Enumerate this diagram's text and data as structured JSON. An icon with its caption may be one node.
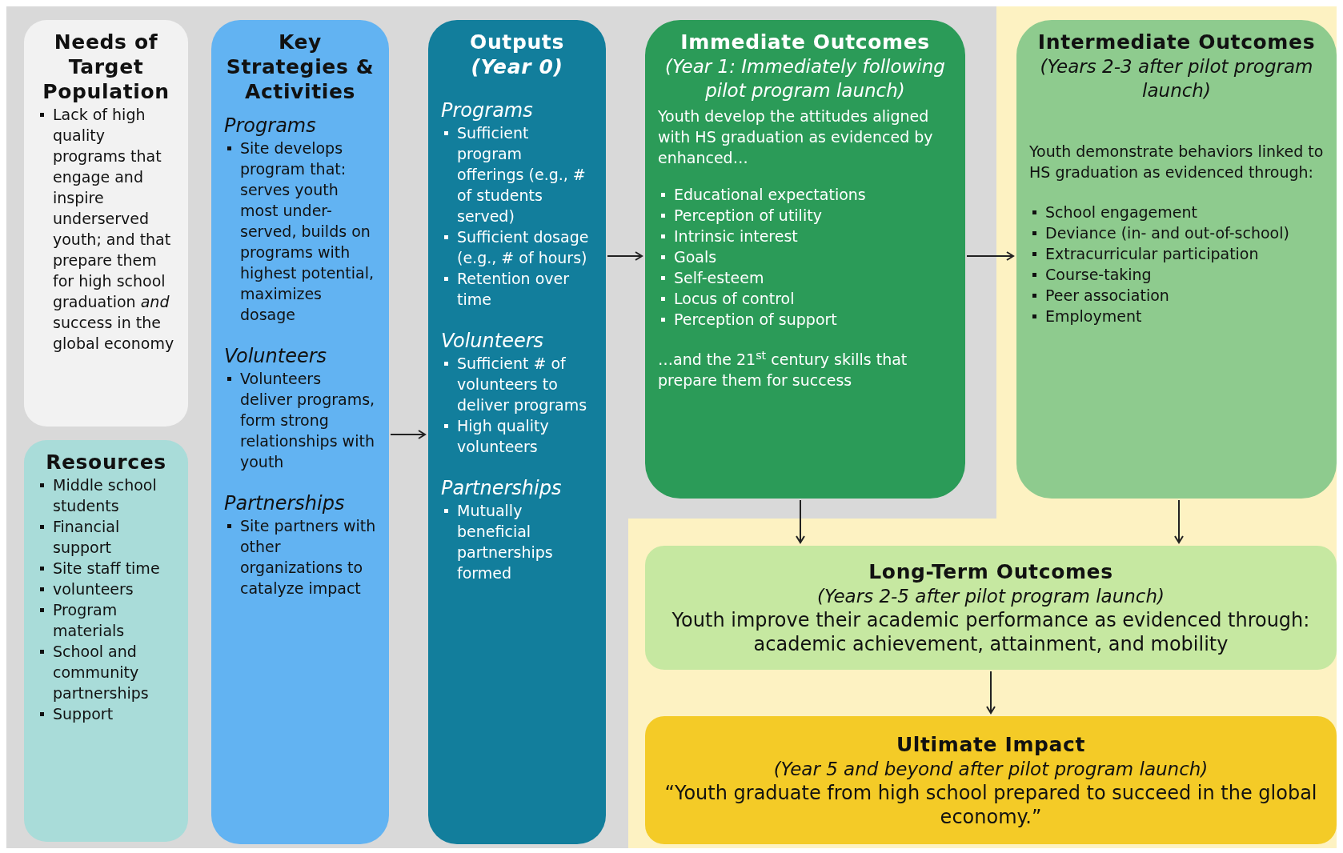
{
  "diagram": {
    "nodes": [
      {
        "text": [
          "Needs of Target Population",
          "Lack of high quality programs that engage and inspire underserved youth; and that prepare them for high school graduation *and* success in the global economy"
        ]
      },
      {
        "text": [
          "Resources",
          "Middle school students",
          "Financial support",
          "Site staff time",
          "volunteers",
          "Program materials",
          "School and community partnerships",
          "Support"
        ]
      },
      {
        "text": [
          "Key Strategies & Activities",
          "Programs",
          "Site develops program that: serves youth most under-served, builds on programs with highest potential, maximizes dosage",
          "Volunteers",
          "Volunteers deliver programs, form strong relationships with youth",
          "Partnerships",
          "Site partners with other organizations to catalyze impact"
        ]
      },
      {
        "text": [
          "Outputs",
          "(Year 0)",
          "Programs",
          "Sufficient program offerings (e.g., # of students served)",
          "Sufficient dosage (e.g., # of hours)",
          "Retention over time",
          "Volunteers",
          "Sufficient # of volunteers to deliver programs",
          "High quality volunteers",
          "Partnerships",
          "Mutually beneficial partnerships formed"
        ]
      },
      {
        "text": [
          "Immediate Outcomes",
          "(Year 1: Immediately following pilot program launch)",
          "Youth develop the attitudes aligned with HS graduation as evidenced by enhanced…",
          "Educational expectations",
          "Perception of utility",
          "Intrinsic interest",
          "Goals",
          "Self-esteem",
          "Locus of control",
          "Perception of support",
          "…and the 21$^{st}$ century skills that prepare them for success"
        ]
      },
      {
        "text": [
          "Intermediate Outcomes",
          "(Years 2-3 after pilot program launch)",
          "Youth demonstrate behaviors linked to HS graduation as evidenced through:",
          "School engagement",
          "Deviance (in- and out-of-school)",
          "Extracurricular participation",
          "Course-taking",
          "Peer association",
          "Employment"
        ]
      },
      {
        "text": [
          "Long-Term Outcomes",
          "(Years 2-5 after pilot program launch)",
          "Youth improve their academic performance as evidenced through: academic achievement, attainment, and mobility"
        ]
      },
      {
        "text": [
          "Ultimate Impact",
          "(Year 5 and beyond after pilot program launch)",
          "“Youth graduate from high school prepared to succeed in the global economy.”"
        ]
      }
    ],
    "edges": [
      {
        "from": 2,
        "to": 3,
        "arrow": "to"
      },
      {
        "from": 3,
        "to": 4,
        "arrow": "to"
      },
      {
        "from": 4,
        "to": 5,
        "arrow": "to"
      },
      {
        "from": 4,
        "to": 6,
        "arrow": "to"
      },
      {
        "from": 5,
        "to": 6,
        "arrow": "to"
      },
      {
        "from": 6,
        "to": 7,
        "arrow": "to"
      }
    ]
  }
}
